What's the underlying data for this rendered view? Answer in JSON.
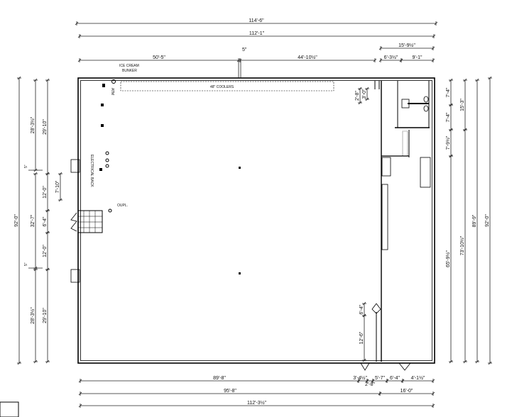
{
  "plan": {
    "top_dims": [
      "114'-6\"",
      "112'-1\"",
      "50'-5\"",
      "44'-10½\"",
      "15'-9½\"",
      "6'-3½\"",
      "9'-1\"",
      "5\""
    ],
    "left_dims": [
      "92'-0\"",
      "28'-3½\"",
      "29'-10\"",
      "32'-7\"",
      "12'-0\"",
      "6'-4\"",
      "12'-0\"",
      "7'-10\"",
      "28'-3½\"",
      "29'-10\"",
      "5\"",
      "5\""
    ],
    "right_dims": [
      "7'-4\"",
      "7'-4\"",
      "7'-9½\"",
      "15'-3\"",
      "65'-9½\"",
      "73'-10½\"",
      "89'-9\"",
      "92'-0\""
    ],
    "bottom_dims": [
      "89'-8\"",
      "3'-4½\"",
      "2'-8\"",
      "5'-7\"",
      "6'-4\"",
      "4'-1½\"",
      "95'-8\"",
      "16'-0\"",
      "112'-3½\""
    ],
    "interior_dims": [
      "2'-8\"",
      "3'-0\"",
      "6'-4\"",
      "12'-6\""
    ],
    "labels": {
      "ice_cream": "ICE CREAM",
      "bunker": "BUNKER",
      "coolers": "48\" COOLERS",
      "atm": "ATM",
      "electrical": "ELECTRICAL BACK",
      "outlet": "OUPL."
    }
  }
}
